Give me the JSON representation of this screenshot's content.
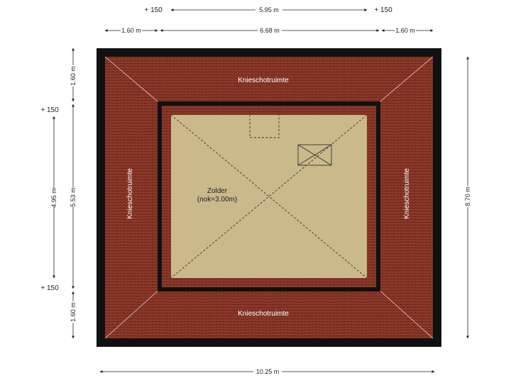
{
  "dimensions": {
    "top_plus_left": "+ 150",
    "top_plus_right": "+ 150",
    "top_inner": "5.95 m",
    "top_side_left": "1.60 m",
    "top_middle": "6.68 m",
    "top_side_right": "1.60 m",
    "left_plus_top": "+ 150",
    "left_plus_bottom": "+ 150",
    "left_inner": "4.95 m",
    "left_middle": "5.53 m",
    "left_side_top": "1.60 m",
    "left_side_bottom": "1.60 m",
    "right_total": "8.70 m",
    "bottom_total": "10.25 m"
  },
  "rooms": {
    "knieschot_top": "Knieschotruimte",
    "knieschot_bottom": "Knieschotruimte",
    "knieschot_left": "Knieschotruimte",
    "knieschot_right": "Knieschotruimte",
    "zolder_name": "Zolder",
    "zolder_height": "(nok=3.00m)"
  },
  "colors": {
    "roof_tile": "#8e3a2a",
    "tile_line": "#5e1f14",
    "wall": "#111111",
    "floor": "#cbb98b"
  }
}
